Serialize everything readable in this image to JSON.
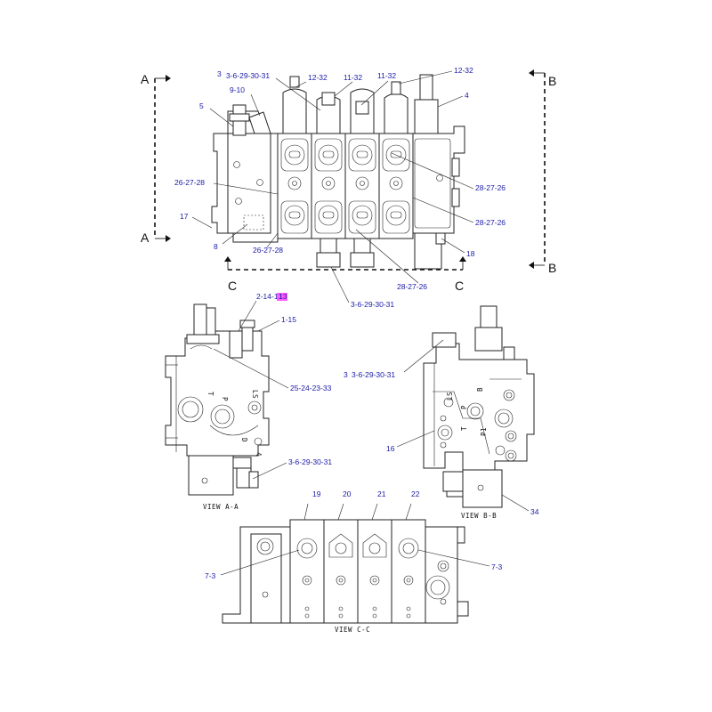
{
  "labels": {
    "top_3a": "3",
    "top_3b": "3-6-29-30-31",
    "top_12a": "12-32",
    "top_11a": "11-32",
    "top_11b": "11-32",
    "top_12b": "12-32",
    "top_4": "4",
    "top_910": "9-10",
    "top_5": "5",
    "top_26a": "26-27-28",
    "top_17": "17",
    "top_8": "8",
    "top_26b": "26-27-28",
    "top_28a": "28-27-26",
    "top_28b": "28-27-26",
    "top_18": "18",
    "top_28c": "28-27-26",
    "top_3c": "3-6-29-30-31",
    "aa_214": "2-14-",
    "aa_214hl": "13",
    "aa_115": "1-15",
    "aa_25": "25-24-23-33",
    "aa_3": "3-6-29-30-31",
    "bb_3": "3-6-29-30-31",
    "bb_16": "16",
    "bb_34": "34",
    "cc_19": "19",
    "cc_20": "20",
    "cc_21": "21",
    "cc_22": "22",
    "cc_73a": "7-3",
    "cc_73b": "7-3"
  },
  "sections": {
    "a1": "A",
    "a2": "A",
    "b1": "B",
    "b2": "B",
    "c1": "C",
    "c2": "C"
  },
  "port_marks": {
    "aa_t": "T",
    "aa_p": "P",
    "aa_ls": "LS",
    "aa_d": "D",
    "aa_4": "4",
    "bb_ls": "LS",
    "bb_b": "B",
    "bb_p": "P",
    "bb_pt": "P1",
    "bb_t": "T"
  },
  "captions": {
    "view_aa": "VIEW A-A",
    "view_bb": "VIEW B-B",
    "view_cc": "VIEW C-C"
  }
}
